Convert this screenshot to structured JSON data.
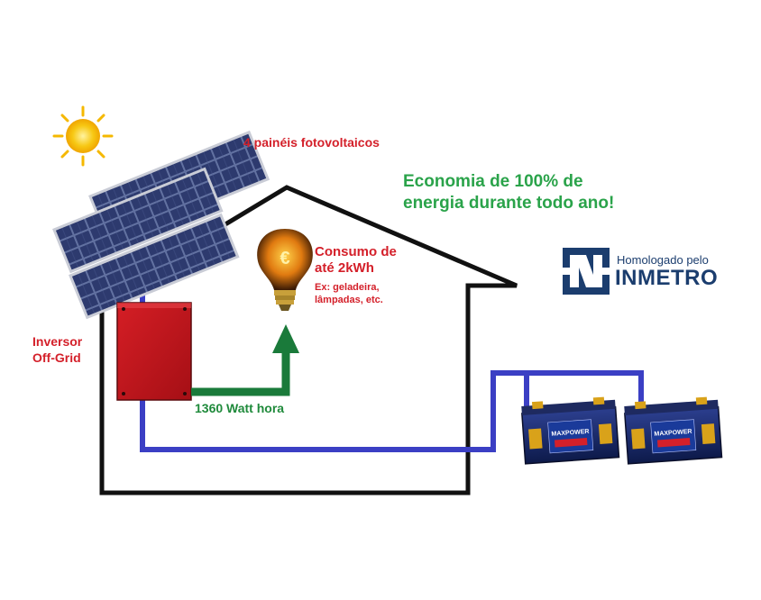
{
  "labels": {
    "panels": "4 painéis fotovoltaicos",
    "economy_line1": "Economia de 100% de",
    "economy_line2": "energia durante todo ano!",
    "consumption_line1": "Consumo de",
    "consumption_line2": "até 2kWh",
    "example_line1": "Ex: geladeira,",
    "example_line2": "lâmpadas, etc.",
    "inverter_line1": "Inversor",
    "inverter_line2": "Off-Grid",
    "power": "1360 Watt hora"
  },
  "badge": {
    "prefix": "Homologado pelo",
    "name": "INMETRO",
    "icon": "inmetro-logo-icon"
  },
  "battery": {
    "brand": "MAXPOWER"
  },
  "colors": {
    "red_text": "#d4202a",
    "green_text": "#2aa34a",
    "house_outline": "#111111",
    "wire": "#3b3fc4",
    "power_arrow": "#1a7a3a",
    "inverter_box": "#c0151c",
    "panel": "#2a3566",
    "sun": "#f7c814",
    "inmetro_blue": "#1b3d6e"
  },
  "icons": [
    "sun-icon",
    "light-bulb-icon",
    "euro-icon",
    "battery-icon",
    "solar-panel-icon",
    "inverter-icon",
    "arrow-up-icon"
  ]
}
